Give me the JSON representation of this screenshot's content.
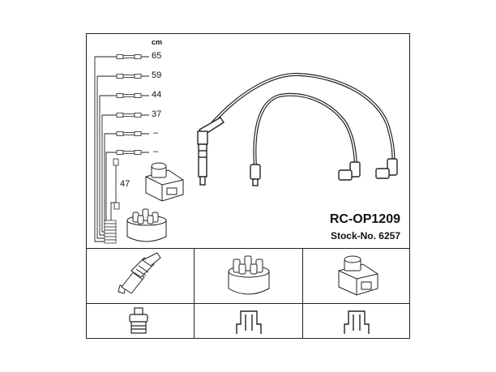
{
  "unit_label": "cm",
  "lengths": [
    "65",
    "59",
    "44",
    "37",
    "–",
    "–",
    "47"
  ],
  "product": {
    "code": "RC-OP1209",
    "stock": "Stock-No. 6257"
  },
  "icons": [
    "spark-plug-icon",
    "distributor-cap-icon",
    "ignition-coil-icon",
    "plug-connector-icon",
    "cap-terminal-icon",
    "coil-terminal-icon"
  ]
}
